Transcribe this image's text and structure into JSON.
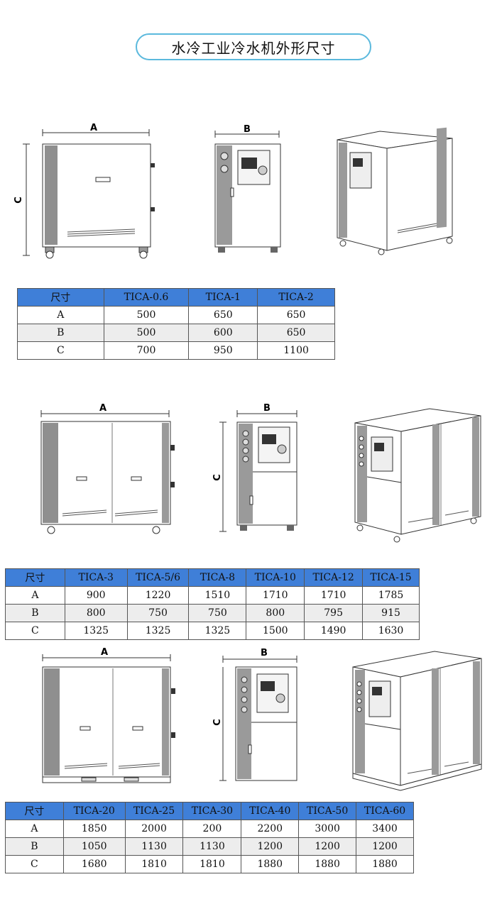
{
  "title": "水冷工业冷水机外形尺寸",
  "figure_labels": {
    "a": "A",
    "b": "B",
    "c": "C"
  },
  "tables": [
    {
      "headers": [
        "尺寸",
        "TICA-0.6",
        "TICA-1",
        "TICA-2"
      ],
      "rows": [
        [
          "A",
          "500",
          "650",
          "650"
        ],
        [
          "B",
          "500",
          "600",
          "650"
        ],
        [
          "C",
          "700",
          "950",
          "1100"
        ]
      ]
    },
    {
      "headers": [
        "尺寸",
        "TICA-3",
        "TICA-5/6",
        "TICA-8",
        "TICA-10",
        "TICA-12",
        "TICA-15"
      ],
      "rows": [
        [
          "A",
          "900",
          "1220",
          "1510",
          "1710",
          "1710",
          "1785"
        ],
        [
          "B",
          "800",
          "750",
          "750",
          "800",
          "795",
          "915"
        ],
        [
          "C",
          "1325",
          "1325",
          "1325",
          "1500",
          "1490",
          "1630"
        ]
      ]
    },
    {
      "headers": [
        "尺寸",
        "TICA-20",
        "TICA-25",
        "TICA-30",
        "TICA-40",
        "TICA-50",
        "TICA-60"
      ],
      "rows": [
        [
          "A",
          "1850",
          "2000",
          "200",
          "2200",
          "3000",
          "3400"
        ],
        [
          "B",
          "1050",
          "1130",
          "1130",
          "1200",
          "1200",
          "1200"
        ],
        [
          "C",
          "1680",
          "1810",
          "1810",
          "1880",
          "1880",
          "1880"
        ]
      ]
    }
  ]
}
